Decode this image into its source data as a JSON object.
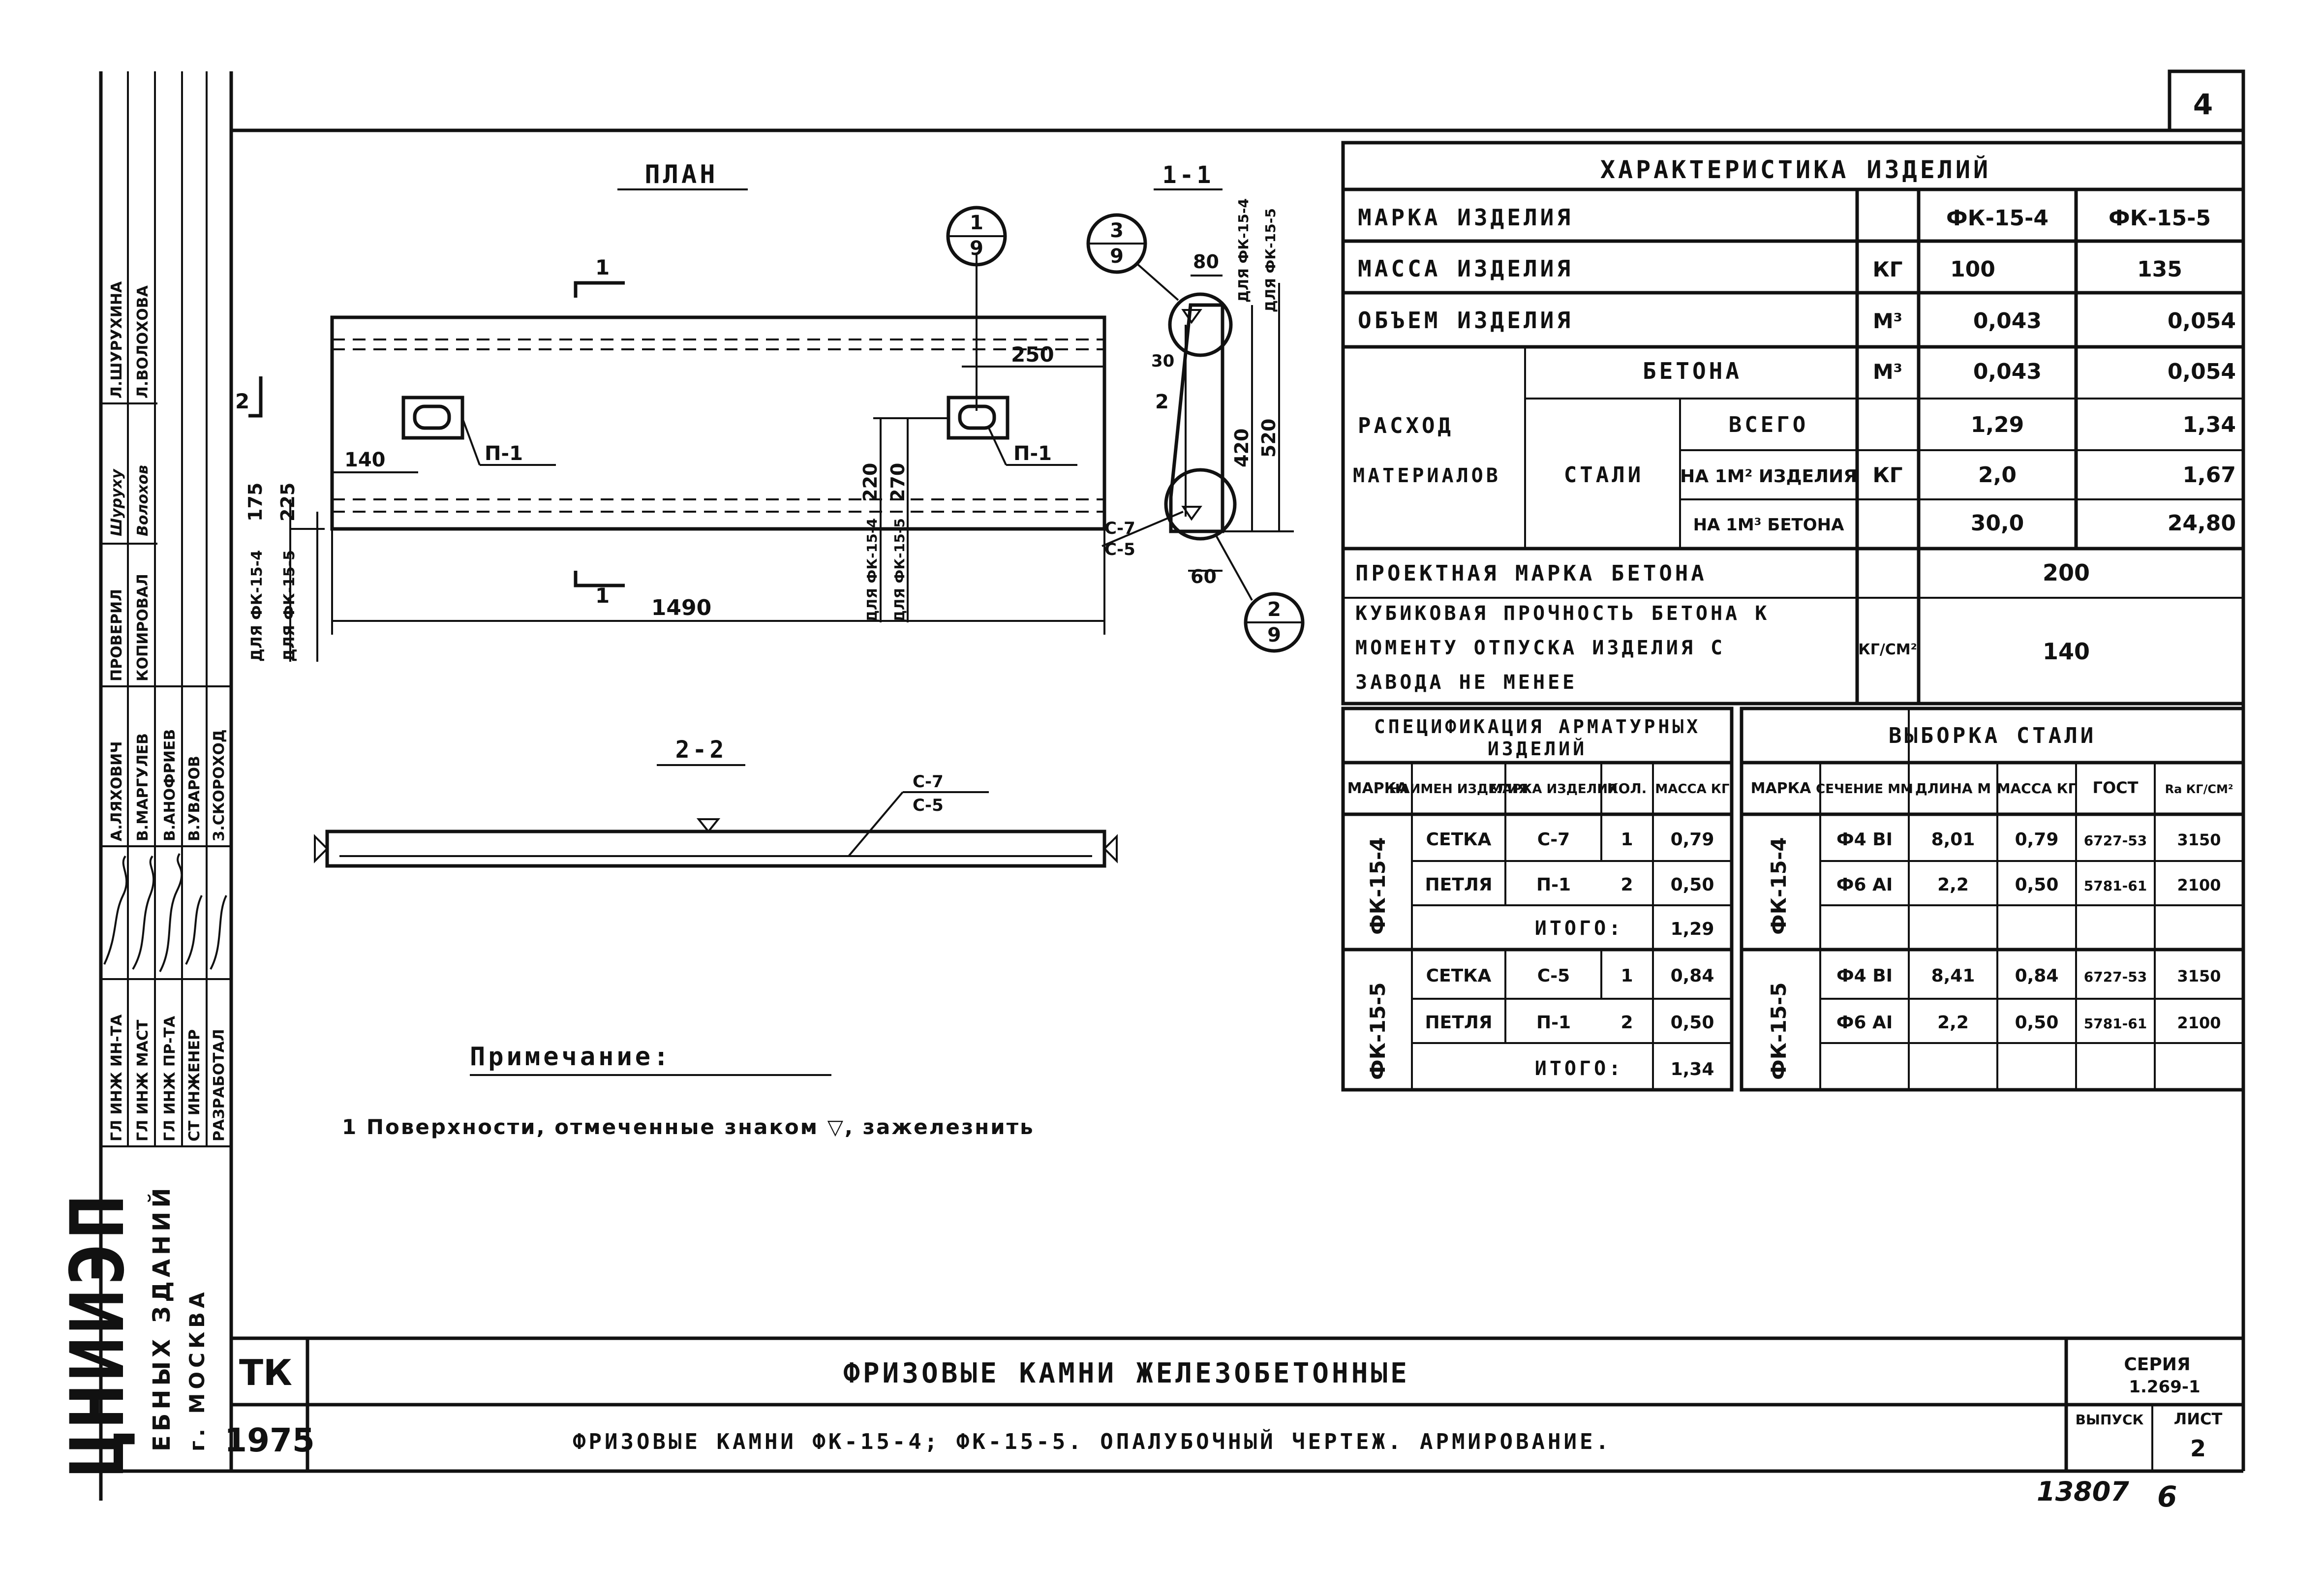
{
  "page_number": "4",
  "archive_number": "13807",
  "archive_suffix": "6",
  "plan": {
    "title": "ПЛАН",
    "dim_250": "250",
    "dim_140": "140",
    "dim_1490": "1490",
    "dim_175": "175",
    "dim_225": "225",
    "dim_220": "220",
    "dim_270": "270",
    "loop_label_left": "П-1",
    "loop_label_right": "П-1",
    "cut_mark_1": "1",
    "cut_mark_1_bottom": "1",
    "cut_mark_2": "2",
    "for_fk154_left": "ДЛЯ ФК-15-4",
    "for_fk155_left": "ДЛЯ ФК-15-5",
    "for_fk154_mid": "ДЛЯ ФК-15-4",
    "for_fk155_mid": "ДЛЯ ФК-15-5",
    "callout_top": "1",
    "callout_bottom": "9"
  },
  "section11": {
    "title": "1-1",
    "dim_80": "80",
    "dim_30": "30",
    "dim_60": "60",
    "dim_420": "420",
    "dim_520": "520",
    "label_2": "2",
    "mesh_c7": "С-7",
    "mesh_c5": "С-5",
    "for_fk154": "ДЛЯ ФК-15-4",
    "for_fk155": "ДЛЯ ФК-15-5",
    "callout3_top": "3",
    "callout3_bottom": "9",
    "callout2_top": "2",
    "callout2_bottom": "9"
  },
  "section22": {
    "title": "2-2",
    "mesh_c7": "С-7",
    "mesh_c5": "С-5"
  },
  "note": {
    "title": "Примечание:",
    "text": "1 Поверхности, отмеченные знаком ▽, зажелезнить"
  },
  "char_table": {
    "title": "ХАРАКТЕРИСТИКА ИЗДЕЛИЙ",
    "mark_label": "МАРКА ИЗДЕЛИЯ",
    "col_fk154": "ФК-15-4",
    "col_fk155": "ФК-15-5",
    "mass_label": "МАССА ИЗДЕЛИЯ",
    "mass_unit": "КГ",
    "mass_fk154": "100",
    "mass_fk155": "135",
    "volume_label": "ОБЪЕМ ИЗДЕЛИЯ",
    "volume_unit": "М³",
    "volume_fk154": "0,043",
    "volume_fk155": "0,054",
    "consumption_label_1": "РАСХОД",
    "consumption_label_2": "МАТЕРИАЛОВ",
    "concrete_label": "БЕТОНА",
    "concrete_unit": "М³",
    "concrete_fk154": "0,043",
    "concrete_fk155": "0,054",
    "steel_label": "СТАЛИ",
    "steel_total_label": "ВСЕГО",
    "steel_per_item_label": "НА 1М² ИЗДЕЛИЯ",
    "steel_per_concrete_label": "НА 1М³ БЕТОНА",
    "steel_unit": "КГ",
    "steel_total_fk154": "1,29",
    "steel_total_fk155": "1,34",
    "steel_item_fk154": "2,0",
    "steel_item_fk155": "1,67",
    "steel_concrete_fk154": "30,0",
    "steel_concrete_fk155": "24,80",
    "grade_label": "ПРОЕКТНАЯ МАРКА БЕТОНА",
    "grade_value": "200",
    "strength_line1": "КУБИКОВАЯ ПРОЧНОСТЬ БЕТОНА К",
    "strength_line2": "МОМЕНТУ ОТПУСКА ИЗДЕЛИЯ С",
    "strength_line3": "ЗАВОДА НЕ МЕНЕЕ",
    "strength_unit": "КГ/СМ²",
    "strength_value": "140"
  },
  "spec_table": {
    "title_line1": "СПЕЦИФИКАЦИЯ АРМАТУРНЫХ",
    "title_line2": "ИЗДЕЛИЙ",
    "headers": [
      "МАРКА",
      "НАИМЕН ИЗДЕЛИЯ",
      "МАРКА ИЗДЕЛИЯ",
      "КОЛ.",
      "МАССА КГ"
    ],
    "groups": [
      {
        "mark": "ФК-15-4",
        "rows": [
          [
            "СЕТКА",
            "С-7",
            "1",
            "0,79"
          ],
          [
            "ПЕТЛЯ",
            "П-1",
            "2",
            "0,50"
          ]
        ],
        "total_label": "ИТОГО:",
        "total": "1,29"
      },
      {
        "mark": "ФК-15-5",
        "rows": [
          [
            "СЕТКА",
            "С-5",
            "1",
            "0,84"
          ],
          [
            "ПЕТЛЯ",
            "П-1",
            "2",
            "0,50"
          ]
        ],
        "total_label": "ИТОГО:",
        "total": "1,34"
      }
    ]
  },
  "steel_table": {
    "title": "ВЫБОРКА СТАЛИ",
    "headers": [
      "МАРКА",
      "СЕЧЕНИЕ ММ",
      "ДЛИНА М",
      "МАССА КГ",
      "ГОСТ",
      "Ra КГ/СМ²"
    ],
    "groups": [
      {
        "mark": "ФК-15-4",
        "rows": [
          [
            "Ф4 ВI",
            "8,01",
            "0,79",
            "6727-53",
            "3150"
          ],
          [
            "Ф6 АI",
            "2,2",
            "0,50",
            "5781-61",
            "2100"
          ]
        ]
      },
      {
        "mark": "ФК-15-5",
        "rows": [
          [
            "Ф4 ВI",
            "8,41",
            "0,84",
            "6727-53",
            "3150"
          ],
          [
            "Ф6 АI",
            "2,2",
            "0,50",
            "5781-61",
            "2100"
          ]
        ]
      }
    ]
  },
  "sidebar": {
    "institute": "ЦНИИЭП",
    "institute_sub1": "ЕБНЫХ ЗДАНИЙ",
    "institute_sub2": "г. МОСКВА",
    "roles": [
      "ГЛ ИНЖ ИН-ТА",
      "ГЛ ИНЖ МАСТ",
      "ГЛ ИНЖ ПР-ТА",
      "СТ ИНЖЕНЕР",
      "РАЗРАБОТАЛ"
    ],
    "names": [
      "А.ЛЯХОВИЧ",
      "В.МАРГУЛЕВ",
      "В.АНОФРИЕВ",
      "В.УВАРОВ",
      "З.СКОРОХОД"
    ],
    "check_roles": [
      "ПРОВЕРИЛ",
      "КОПИРОВАЛ"
    ],
    "check_names": [
      "Л.ШУРУХИНА",
      "Л.ВОЛОХОВА"
    ],
    "signature_check": "Шуруху",
    "signature_copy": "Волохов"
  },
  "title_block": {
    "code": "ТК",
    "year": "1975",
    "title": "ФРИЗОВЫЕ КАМНИ ЖЕЛЕЗОБЕТОННЫЕ",
    "subtitle": "ФРИЗОВЫЕ КАМНИ ФК-15-4; ФК-15-5. ОПАЛУБОЧНЫЙ ЧЕРТЕЖ. АРМИРОВАНИЕ.",
    "series_label": "СЕРИЯ",
    "series_value": "1.269-1",
    "issue_label": "ВЫПУСК",
    "sheet_label": "ЛИСТ",
    "sheet_value": "2"
  }
}
